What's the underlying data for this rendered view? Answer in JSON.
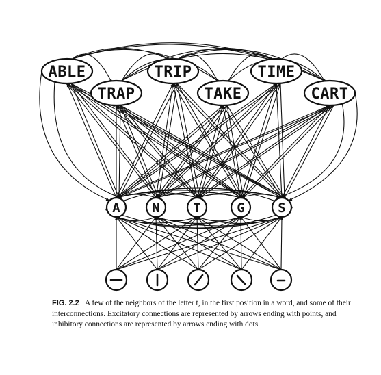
{
  "figure": {
    "words": [
      "ABLE",
      "TRAP",
      "TRIP",
      "TAKE",
      "TIME",
      "CART"
    ],
    "letters": [
      "A",
      "N",
      "T",
      "G",
      "S"
    ],
    "features": [
      "horizontal-stroke",
      "vertical-stroke",
      "right-diagonal-stroke",
      "left-diagonal-stroke",
      "short-horizontal-stroke"
    ],
    "caption": {
      "number": "FIG. 2.2",
      "text": "A few of the neighbors of the letter t, in the first position in a word, and some of their interconnections. Excitatory connections are represented by arrows ending with points, and inhibitory connections are represented by arrows ending with dots."
    }
  }
}
